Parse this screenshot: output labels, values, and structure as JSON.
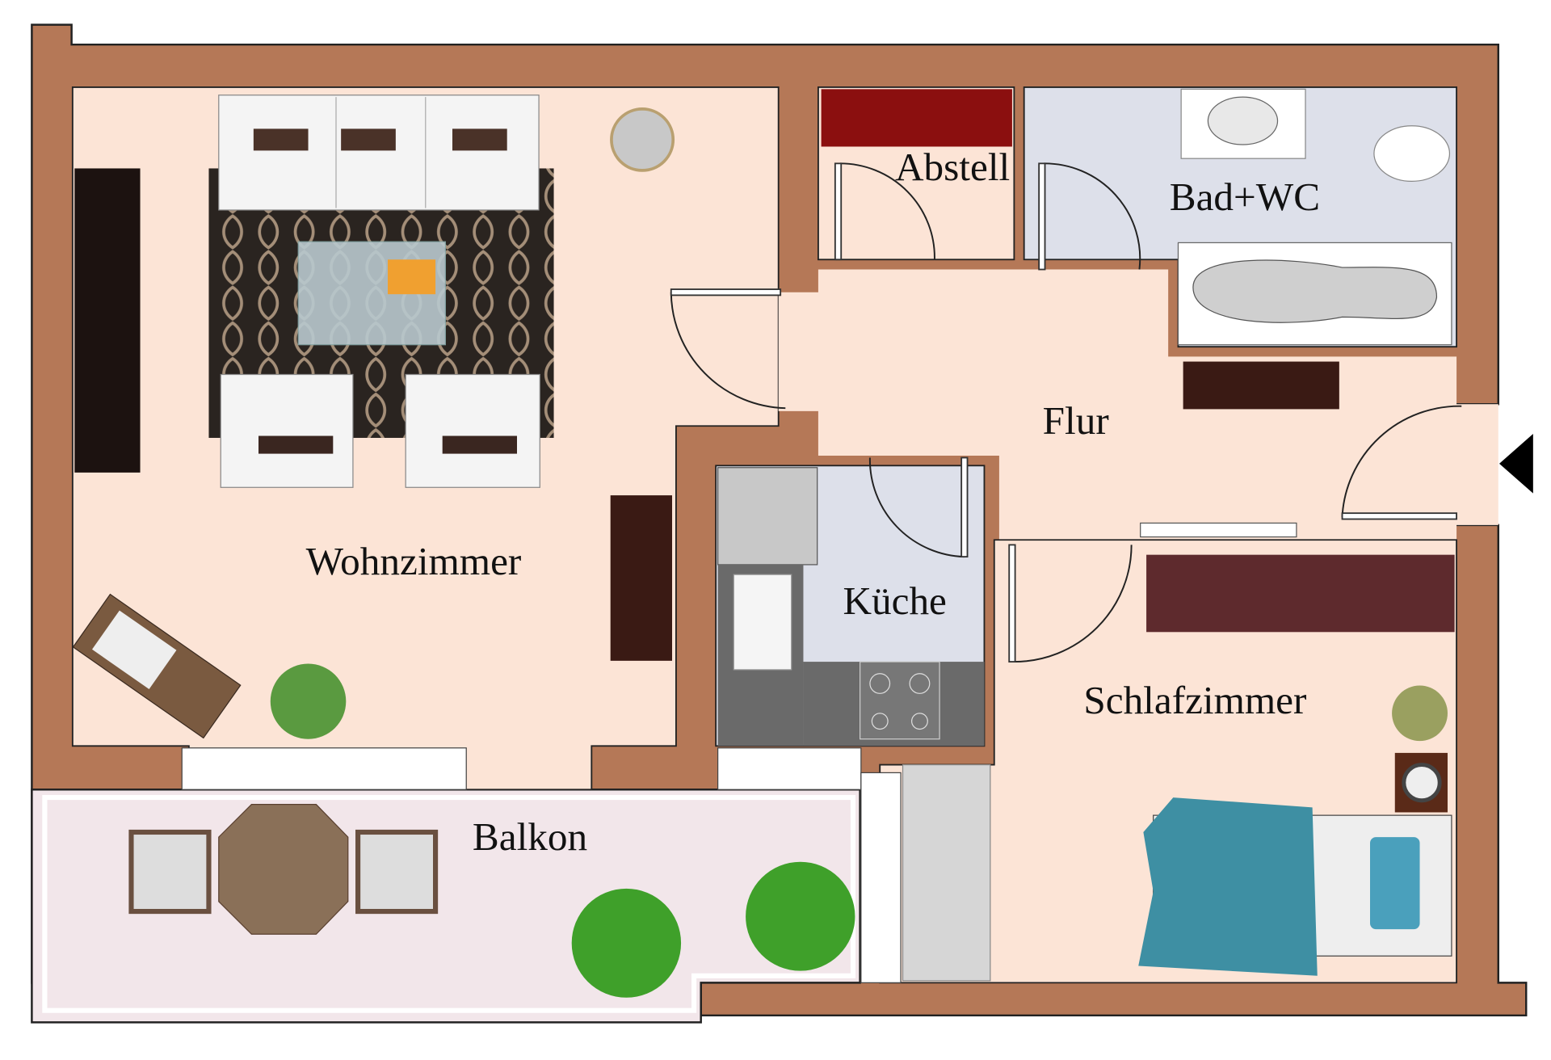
{
  "plan": {
    "rooms": {
      "wohnzimmer": "Wohnzimmer",
      "abstell": "Abstell",
      "bad": "Bad+WC",
      "flur": "Flur",
      "kueche": "Küche",
      "schlafzimmer": "Schlafzimmer",
      "balkon": "Balkon"
    },
    "colors": {
      "wall": "#b57857",
      "living_floor": "#fce4d6",
      "wet_floor": "#dde0ea",
      "balcony_floor": "#f2e6ea",
      "storage_shelf": "#8b0f0f",
      "wardrobe": "#5e2a2d",
      "bed_cover": "#3e8fa3"
    },
    "icons": {
      "entrance": "entrance-arrow-icon"
    }
  }
}
